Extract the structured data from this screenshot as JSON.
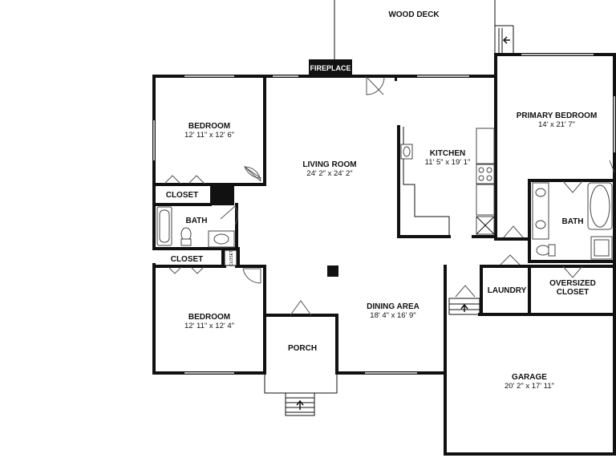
{
  "rooms": {
    "wood_deck": {
      "name": "WOOD DECK"
    },
    "fireplace": {
      "name": "FIREPLACE"
    },
    "bedroom_top": {
      "name": "BEDROOM",
      "dims": "12' 11\" x 12' 6\""
    },
    "living_room": {
      "name": "LIVING ROOM",
      "dims": "24' 2\" x 24' 2\""
    },
    "kitchen": {
      "name": "KITCHEN",
      "dims": "11' 5\" x 19' 1\""
    },
    "primary_bedroom": {
      "name": "PRIMARY BEDROOM",
      "dims": "14' x 21' 7\""
    },
    "closet_top": {
      "name": "CLOSET"
    },
    "bath_left": {
      "name": "BATH"
    },
    "bath_primary": {
      "name": "BATH"
    },
    "closet_mid": {
      "name": "CLOSET"
    },
    "closet_small": {
      "name": "CLOSET"
    },
    "laundry": {
      "name": "LAUNDRY"
    },
    "oversized_closet": {
      "line1": "OVERSIZED",
      "line2": "CLOSET"
    },
    "bedroom_bottom": {
      "name": "BEDROOM",
      "dims": "12' 11\" x 12' 4\""
    },
    "dining_area": {
      "name": "DINING AREA",
      "dims": "18' 4\" x 16' 9\""
    },
    "porch": {
      "name": "PORCH"
    },
    "garage": {
      "name": "GARAGE",
      "dims": "20' 2\" x 17' 11\""
    }
  },
  "colors": {
    "wall": "#111111",
    "window": "#bdbdbd",
    "background": "#ffffff"
  }
}
